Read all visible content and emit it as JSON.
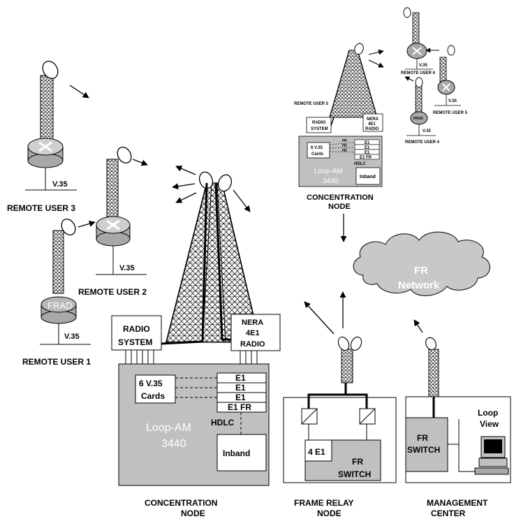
{
  "remote_users": {
    "user3": "REMOTE USER 3",
    "user2": "REMOTE USER 2",
    "user1": "REMOTE USER 1",
    "v35": "V.35",
    "frad": "FRAD"
  },
  "main_node": {
    "radio_system": [
      "RADIO",
      "SYSTEM"
    ],
    "nera": [
      "NERA",
      "4E1",
      "RADIO"
    ],
    "cards": [
      "6 V.35",
      "Cards"
    ],
    "e1": "E1",
    "e1fr": "E1 FR",
    "hdlc": "HDLC",
    "loopam": [
      "Loop-AM",
      "3440"
    ],
    "inband": "Inband",
    "caption": [
      "CONCENTRATION",
      "NODE"
    ]
  },
  "top_node": {
    "remote_user_5_left": "REMOTE USER 5",
    "radio_system": [
      "RADIO",
      "SYSTEM"
    ],
    "nera": [
      "NERA",
      "4E1",
      "RADIO"
    ],
    "cards": [
      "6 V.35",
      "Cards"
    ],
    "fr": "FR",
    "e1": "E1",
    "e1fr": "E1 FR",
    "hdlc": "HDLC",
    "loopam": [
      "Loop-AM",
      "3440"
    ],
    "inband": "Inband",
    "caption": [
      "CONCENTRATION",
      "NODE"
    ],
    "remote_user_6": "REMOTE USER 6",
    "remote_user_5_right": "REMOTE USER 5",
    "remote_user_4": "REMOTE USER 4",
    "v35": "V.35",
    "frad": "FRAD"
  },
  "fr_network": [
    "FR",
    "Network"
  ],
  "frame_relay_node": {
    "e1": "4 E1",
    "fr_switch": [
      "FR",
      "SWITCH"
    ],
    "caption": [
      "FRAME RELAY",
      "NODE"
    ]
  },
  "management_center": {
    "fr_switch": [
      "FR",
      "SWITCH"
    ],
    "loop_view": [
      "Loop",
      "View"
    ],
    "caption": [
      "MANAGEMENT",
      "CENTER"
    ]
  },
  "colors": {
    "gray_box": "#c0c0c0",
    "router": "#a8a8a8",
    "cloud": "#c8c8c8"
  }
}
